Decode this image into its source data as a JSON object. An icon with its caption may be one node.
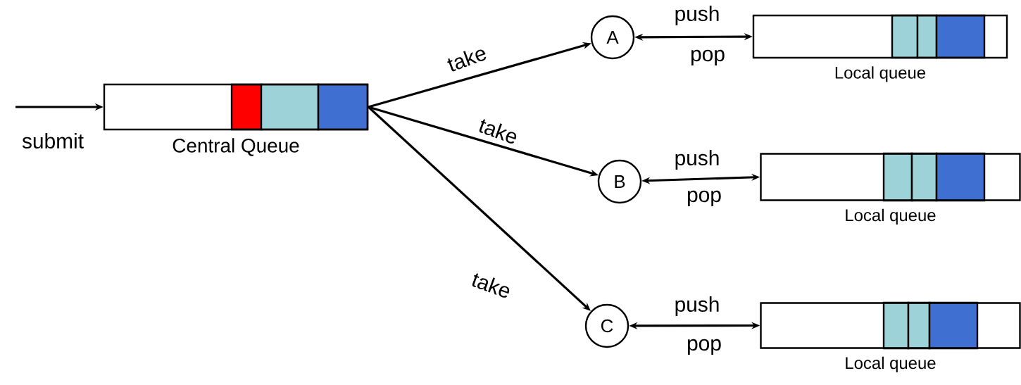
{
  "diagram": {
    "nodes": [
      {
        "text": [
          "Central Queue"
        ]
      },
      {
        "text": [
          "A"
        ]
      },
      {
        "text": [
          "B"
        ]
      },
      {
        "text": [
          "C"
        ]
      },
      {
        "text": [
          "Local queue"
        ]
      },
      {
        "text": [
          "Local queue"
        ]
      },
      {
        "text": [
          "Local queue"
        ]
      }
    ],
    "edges": [
      {
        "from": null,
        "to": 0,
        "arrow": "to",
        "label": "submit"
      },
      {
        "from": 0,
        "to": 1,
        "arrow": "to",
        "label": "take"
      },
      {
        "from": 0,
        "to": 2,
        "arrow": "to",
        "label": "take"
      },
      {
        "from": 0,
        "to": 3,
        "arrow": "to",
        "label": "take"
      },
      {
        "from": 1,
        "to": 4,
        "arrow": "both",
        "label": "push"
      },
      {
        "from": 2,
        "to": 5,
        "arrow": "both",
        "label": "push"
      },
      {
        "from": 3,
        "to": 6,
        "arrow": "both",
        "label": "push"
      }
    ],
    "labels": [
      "pop",
      "pop",
      "pop"
    ]
  }
}
